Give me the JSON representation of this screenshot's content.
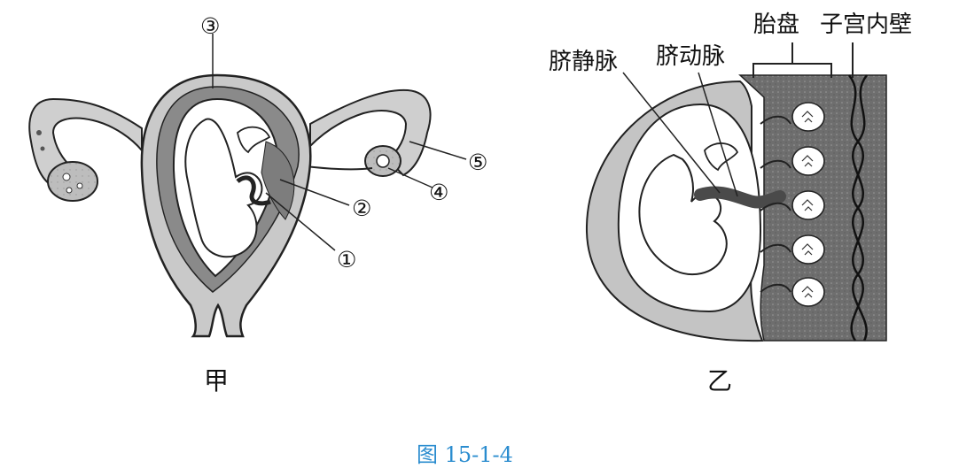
{
  "figure_a": {
    "markers": [
      "①",
      "②",
      "③",
      "④",
      "⑤"
    ],
    "label": "甲"
  },
  "figure_b": {
    "umbilical_vein": "脐静脉",
    "umbilical_artery": "脐动脉",
    "placenta": "胎盘",
    "uterine_wall": "子宫内壁",
    "label": "乙"
  },
  "caption": "图 15-1-4"
}
